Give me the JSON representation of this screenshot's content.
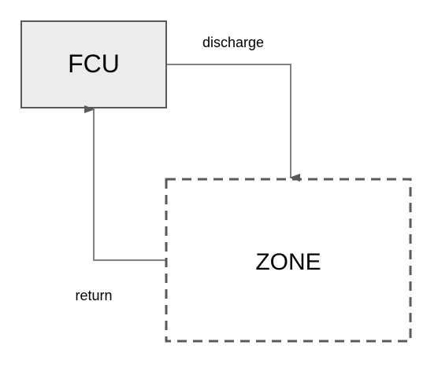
{
  "nodes": {
    "fcu": {
      "label": "FCU",
      "fill": "#ececec",
      "stroke": "#595959"
    },
    "zone": {
      "label": "ZONE",
      "fill": "#ffffff",
      "stroke": "#595959",
      "border_style": "dashed"
    }
  },
  "edges": {
    "discharge": {
      "label": "discharge",
      "from": "FCU",
      "to": "ZONE"
    },
    "return": {
      "label": "return",
      "from": "ZONE",
      "to": "FCU"
    }
  },
  "colors": {
    "line": "#595959",
    "text": "#000000"
  }
}
